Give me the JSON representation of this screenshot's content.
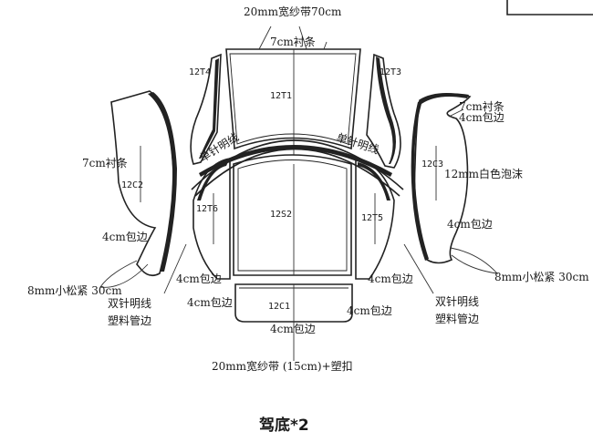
{
  "title": "驾底*2",
  "pieces": {
    "center_top": "12T1",
    "left_top": "12T4",
    "right_top": "12T3",
    "left_side": "12C2",
    "right_side": "12C3",
    "center_seat": "12S2",
    "left_mid": "12T6",
    "right_mid": "12T5",
    "center_bottom": "12C1"
  },
  "labels": {
    "top_band": "20mm宽纱带70cm",
    "top_strip": "7cm衬条",
    "left_strip": "7cm衬条",
    "right_strip": "7cm衬条",
    "right_wrap_top": "4cm包边",
    "foam": "12mm白色泡沫",
    "right_wrap_mid": "4cm包边",
    "left_wrap": "4cm包边",
    "left_elastic": "8mm小松紧 30cm",
    "right_elastic": "8mm小松紧 30cm",
    "left_double_stitch": "双针明线",
    "left_plastic_edge": "塑料管边",
    "right_double_stitch": "双针明线",
    "right_plastic_edge": "塑料管边",
    "left_mid_wrap": "4cm包边",
    "left_bottom_wrap": "4cm包边",
    "right_mid_wrap": "4cm包边",
    "right_bottom_wrap": "4cm包边",
    "bottom_wrap": "4cm包边",
    "single_stitch_left": "单针明线",
    "single_stitch_right": "单针明线",
    "bottom_band": "20mm宽纱带  (15cm)+塑扣"
  }
}
